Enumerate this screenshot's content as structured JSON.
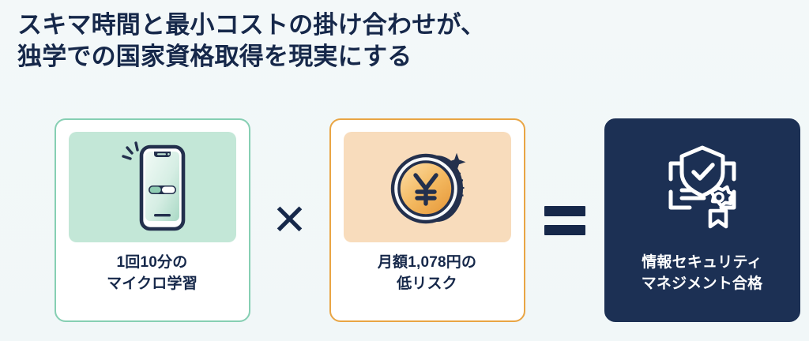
{
  "heading": {
    "line1": "スキマ時間と最小コストの掛け合わせが、",
    "line2": "独学での国家資格取得を現実にする",
    "color": "#16284a"
  },
  "background_color": "#f2f7f8",
  "formula": {
    "cards": [
      {
        "id": "micro-learning",
        "icon": "smartphone-progress-icon",
        "panel_color": "#c3e7d7",
        "border_color": "#86cfb3",
        "card_color": "#ffffff",
        "label_line1": "1回10分の",
        "label_line2": "マイクロ学習",
        "label_color": "#16284a"
      },
      {
        "id": "low-cost",
        "icon": "yen-coin-icon",
        "panel_color": "#f8dcbc",
        "border_color": "#e9a544",
        "card_color": "#ffffff",
        "label_line1": "月額1,078円の",
        "label_line2": "低リスク",
        "label_color": "#16284a"
      },
      {
        "id": "certification-pass",
        "icon": "certificate-shield-award-icon",
        "panel_color": "#1c3054",
        "border_color": "#1c3054",
        "card_color": "#1c3054",
        "label_line1": "情報セキュリティ",
        "label_line2": "マネジメント合格",
        "label_color": "#ffffff"
      }
    ],
    "operators": [
      {
        "id": "multiply",
        "symbol": "✕",
        "name": "multiply-operator"
      },
      {
        "id": "equals",
        "symbol": "=",
        "name": "equals-operator"
      }
    ]
  }
}
